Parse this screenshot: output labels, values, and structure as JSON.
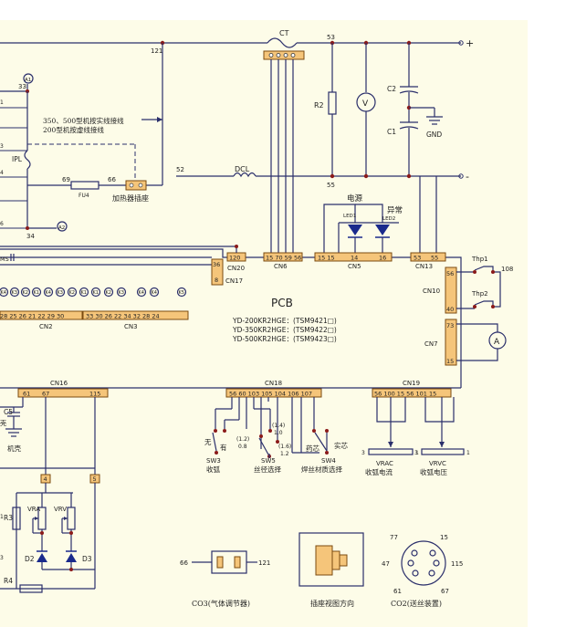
{
  "colors": {
    "background": "#fdfce8",
    "wire": "#2b2f6b",
    "connector": "#f5c57a",
    "node": "#8b1a1a",
    "diode": "#1a2a8c"
  },
  "top": {
    "ct": "CT",
    "n53": "53",
    "n121": "121",
    "n33": "33",
    "a1": "A1",
    "plus": "+",
    "minus": "-",
    "r2": "R2",
    "v": "V",
    "c2": "C2",
    "c1": "C1",
    "gnd": "GND",
    "n55": "55",
    "n52": "52",
    "dcl": "DCL",
    "note1": "350、500型机按实线接线",
    "note2": "200型机按虚线接线",
    "ipl": "IPL",
    "n69": "69",
    "n66": "66",
    "fu4": "FU4",
    "heater": "加热器插座",
    "n34": "34",
    "a2": "A2",
    "side_labels": [
      "1",
      "3",
      "4",
      "6"
    ]
  },
  "leds": {
    "power": "电源",
    "fault": "异常",
    "led1": "LED1",
    "led2": "LED2"
  },
  "connectors": {
    "cn6": {
      "label": "CN6",
      "pins": "15 70 59 56"
    },
    "cn5": {
      "label": "CN5",
      "pins": [
        "15 15",
        "14",
        "16"
      ]
    },
    "cn13": {
      "label": "CN13",
      "pins": [
        "53",
        "55"
      ]
    },
    "cn20": {
      "label": "CN20",
      "pin": "120"
    },
    "cn17": {
      "label": "CN17",
      "pins": [
        "36",
        "8"
      ]
    },
    "ms": "MS",
    "cn2": {
      "label": "CN2",
      "pins": "28  25  26  21  22  29  30"
    },
    "cn3": {
      "label": "CN3",
      "pins": "33  30  26  22  34  32  28  24"
    },
    "keys": [
      "K4",
      "K3",
      "K2",
      "K1",
      "K4",
      "K3",
      "K2",
      "K1",
      "K1",
      "K2",
      "K3",
      "K4",
      "K4",
      "K5"
    ],
    "cn10": {
      "label": "CN10",
      "pins": [
        "56",
        "40"
      ]
    },
    "cn7": {
      "label": "CN7",
      "pins": [
        "73",
        "15"
      ]
    },
    "thp1": "Thp1",
    "thp2": "Thp2",
    "n108": "108",
    "a": "A",
    "cn16": {
      "label": "CN16",
      "pins": [
        "61",
        "67",
        "115"
      ]
    },
    "cn18": {
      "label": "CN18",
      "pins": "56 60 103 105 104 106 107"
    },
    "cn19": {
      "label": "CN19",
      "pins": "56 100 15 56 101 15"
    }
  },
  "pcb": {
    "title": "PCB",
    "models": [
      "YD-200KR2HGE：(TSM9421□)",
      "YD-350KR2HGE：(TSM9422□)",
      "YD-500KR2HGE：(TSM9423□)"
    ]
  },
  "switches": {
    "wu": "无",
    "you": "有",
    "sw3": "SW3",
    "sw3_desc": "收弧",
    "v12": "(1.2)",
    "v08": "0.8",
    "v14": "(1.4)",
    "v10": "1.0",
    "v16": "(1.6)",
    "v12b": "1.2",
    "sw5": "SW5",
    "sw5_desc": "丝径选择",
    "yaoxin": "药芯",
    "shixin": "实芯",
    "sw4": "SW4",
    "sw4_desc": "焊丝材质选择",
    "vrac": "VRAC",
    "vrac_desc": "收弧电流",
    "vrvc": "VRVC",
    "vrvc_desc": "收弧电压",
    "pot_pins": [
      "3",
      "1",
      "3",
      "1"
    ]
  },
  "lower_left": {
    "c5": "C5",
    "chassis": "机壳",
    "hou": "壳",
    "n4": "4",
    "n5": "5",
    "vra": "VRA",
    "vrv": "VRV",
    "r3": "R3",
    "d2": "D2",
    "d3": "D3",
    "r4": "R4",
    "left_cut": [
      "1",
      "3"
    ]
  },
  "bottom": {
    "co3": {
      "pin_l": "66",
      "pin_r": "121",
      "caption": "CO3(气体调节器)"
    },
    "socket": {
      "caption": "插座视图方向"
    },
    "co2": {
      "pins": [
        "77",
        "15",
        "47",
        "115",
        "61",
        "67"
      ],
      "caption": "CO2(送丝装置)"
    }
  }
}
